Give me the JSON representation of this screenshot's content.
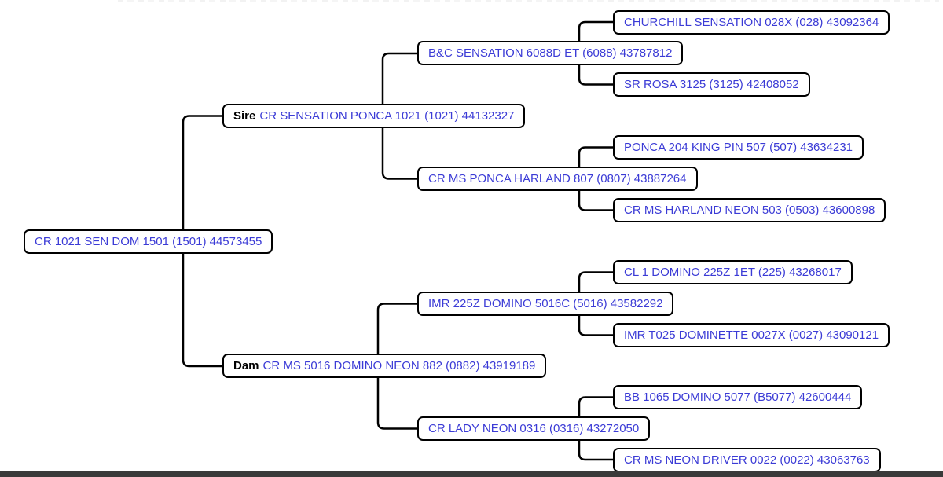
{
  "pedigree": {
    "subject": {
      "label": "CR 1021 SEN DOM 1501 (1501) 44573455"
    },
    "sire": {
      "prefix": "Sire",
      "label": "CR SENSATION PONCA 1021 (1021) 44132327",
      "sire": {
        "label": "B&C SENSATION 6088D ET (6088) 43787812",
        "sire": {
          "label": "CHURCHILL SENSATION 028X (028) 43092364"
        },
        "dam": {
          "label": "SR ROSA 3125 (3125) 42408052"
        }
      },
      "dam": {
        "label": "CR MS PONCA HARLAND 807 (0807) 43887264",
        "sire": {
          "label": "PONCA 204 KING PIN 507 (507) 43634231"
        },
        "dam": {
          "label": "CR MS HARLAND NEON 503 (0503) 43600898"
        }
      }
    },
    "dam": {
      "prefix": "Dam",
      "label": "CR MS 5016 DOMINO NEON 882 (0882) 43919189",
      "sire": {
        "label": "IMR 225Z DOMINO 5016C (5016) 43582292",
        "sire": {
          "label": "CL 1 DOMINO 225Z 1ET (225) 43268017"
        },
        "dam": {
          "label": "IMR T025 DOMINETTE 0027X (0027) 43090121"
        }
      },
      "dam": {
        "label": "CR LADY NEON 0316 (0316) 43272050",
        "sire": {
          "label": "BB 1065 DOMINO 5077 (B5077) 42600444"
        },
        "dam": {
          "label": "CR MS NEON DRIVER 0022 (0022) 43063763"
        }
      }
    }
  },
  "colors": {
    "link_text": "#3b3bd6",
    "connector_line": "#000000",
    "node_border": "#000000",
    "node_background": "#ffffff",
    "bottom_bar": "#3a3a3a",
    "relation_prefix_text": "#000000"
  }
}
